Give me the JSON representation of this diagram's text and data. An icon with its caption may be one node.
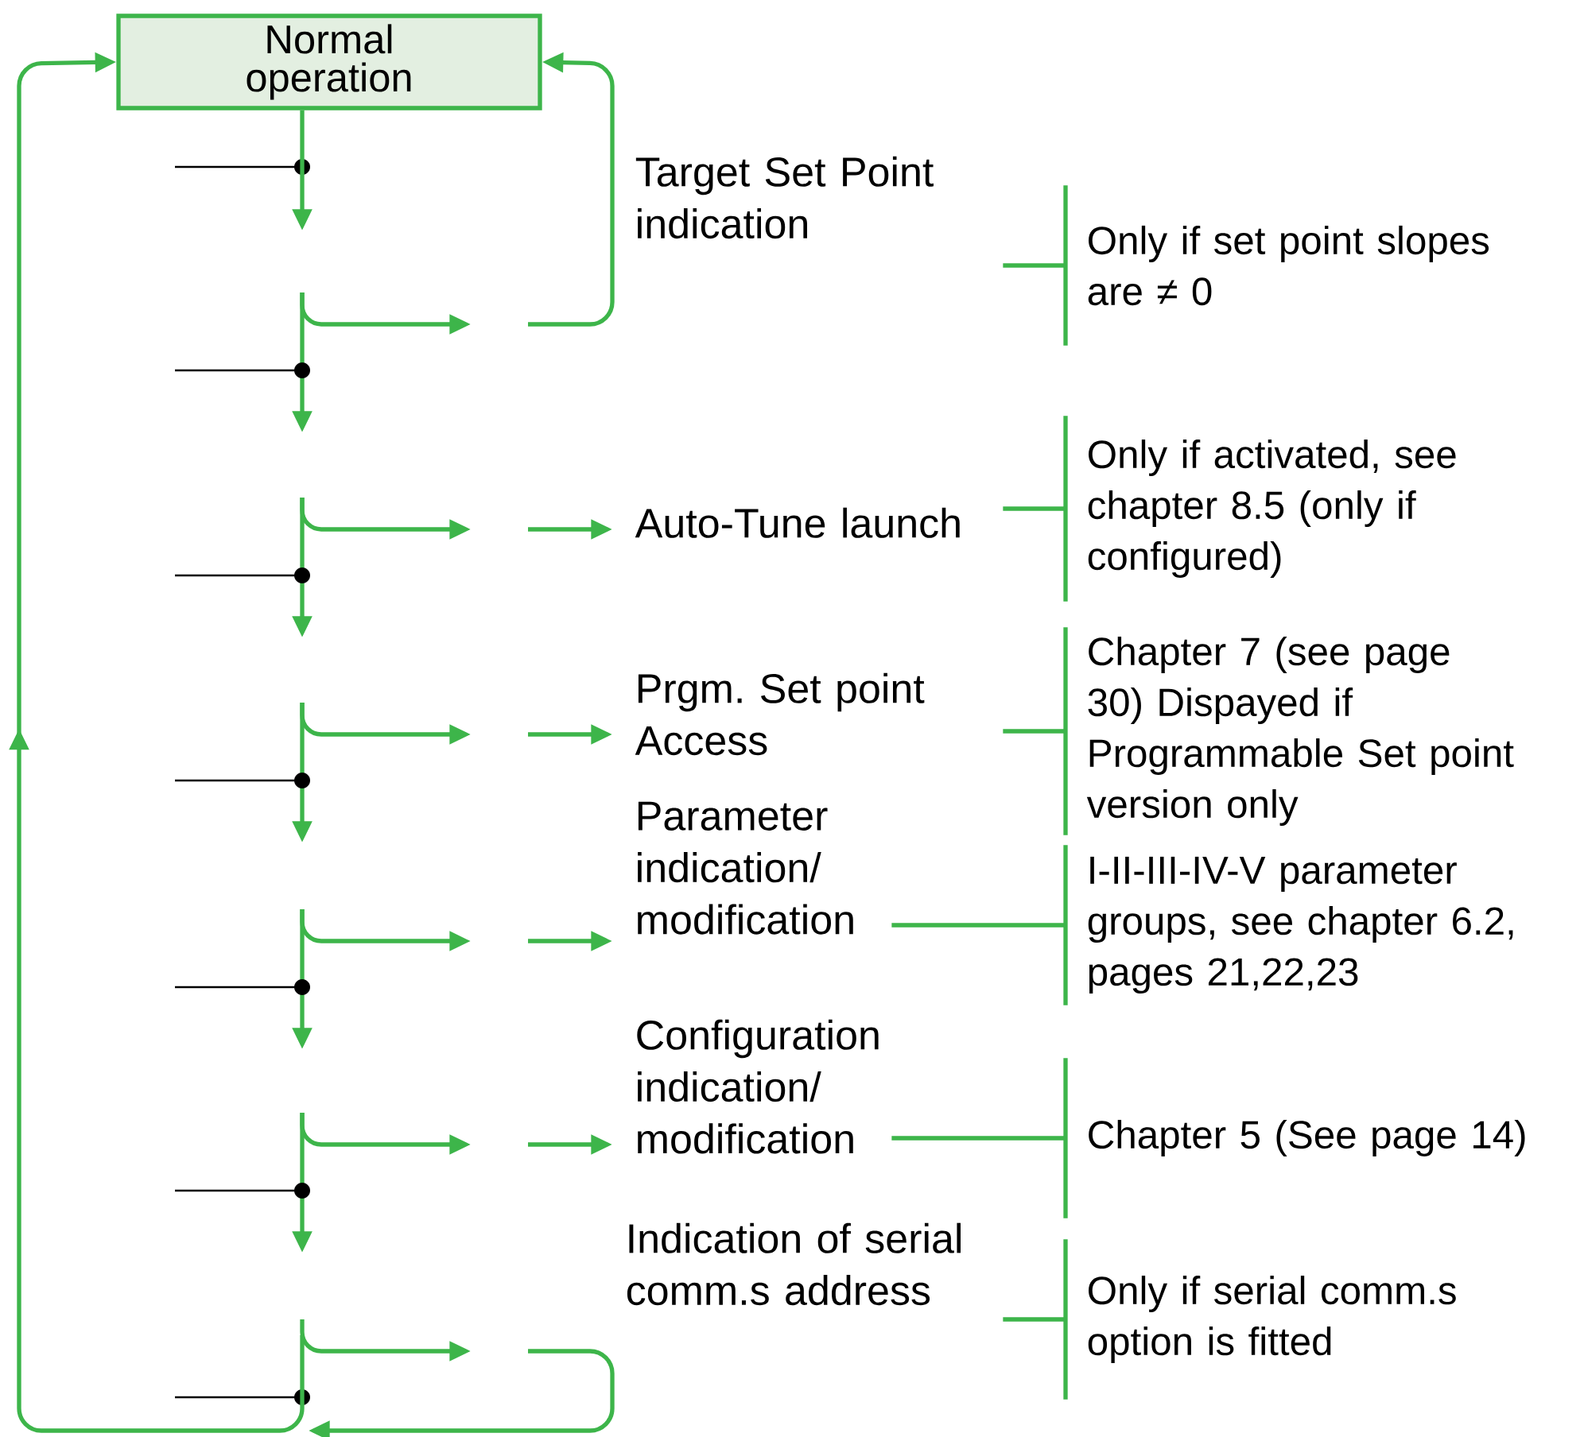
{
  "diagram": {
    "nodes": [
      {
        "text": [
          "Normal operation"
        ]
      },
      {
        "text": [
          "Target Set Point indication"
        ]
      },
      {
        "text": [
          "Auto-Tune launch"
        ]
      },
      {
        "text": [
          "Prgm. Set point Access"
        ]
      },
      {
        "text": [
          "Parameter indication/ modification"
        ]
      },
      {
        "text": [
          "Configuration indication/ modification"
        ]
      },
      {
        "text": [
          "Indication of serial comm.s address"
        ]
      },
      {
        "text": [
          "Only if set point slopes are ≠ 0"
        ]
      },
      {
        "text": [
          "Only if activated, see chapter 8.5 (only if configured)"
        ]
      },
      {
        "text": [
          "Chapter 7 (see page 30) Dispayed if Programmable Set point version only"
        ]
      },
      {
        "text": [
          "I-II-III-IV-V parameter groups, see chapter 6.2, pages 21,22,23"
        ]
      },
      {
        "text": [
          "Chapter 5 (See page 14)"
        ]
      },
      {
        "text": [
          "Only if serial comm.s option is fitted"
        ]
      }
    ],
    "edges": [
      {
        "from": 0,
        "to": null,
        "arrow": "to"
      },
      {
        "from": null,
        "to": 0,
        "arrow": "to"
      },
      {
        "from": null,
        "to": 2,
        "arrow": "to"
      },
      {
        "from": null,
        "to": 3,
        "arrow": "to"
      },
      {
        "from": null,
        "to": 4,
        "arrow": "to"
      },
      {
        "from": null,
        "to": 5,
        "arrow": "to"
      },
      {
        "from": null,
        "to": 0,
        "arrow": "to"
      },
      {
        "from": 1,
        "to": 7,
        "arrow": "none"
      },
      {
        "from": 2,
        "to": 8,
        "arrow": "none"
      },
      {
        "from": 3,
        "to": 9,
        "arrow": "none"
      },
      {
        "from": 4,
        "to": 10,
        "arrow": "none"
      },
      {
        "from": 5,
        "to": 11,
        "arrow": "none"
      },
      {
        "from": 6,
        "to": 12,
        "arrow": "none"
      }
    ]
  }
}
